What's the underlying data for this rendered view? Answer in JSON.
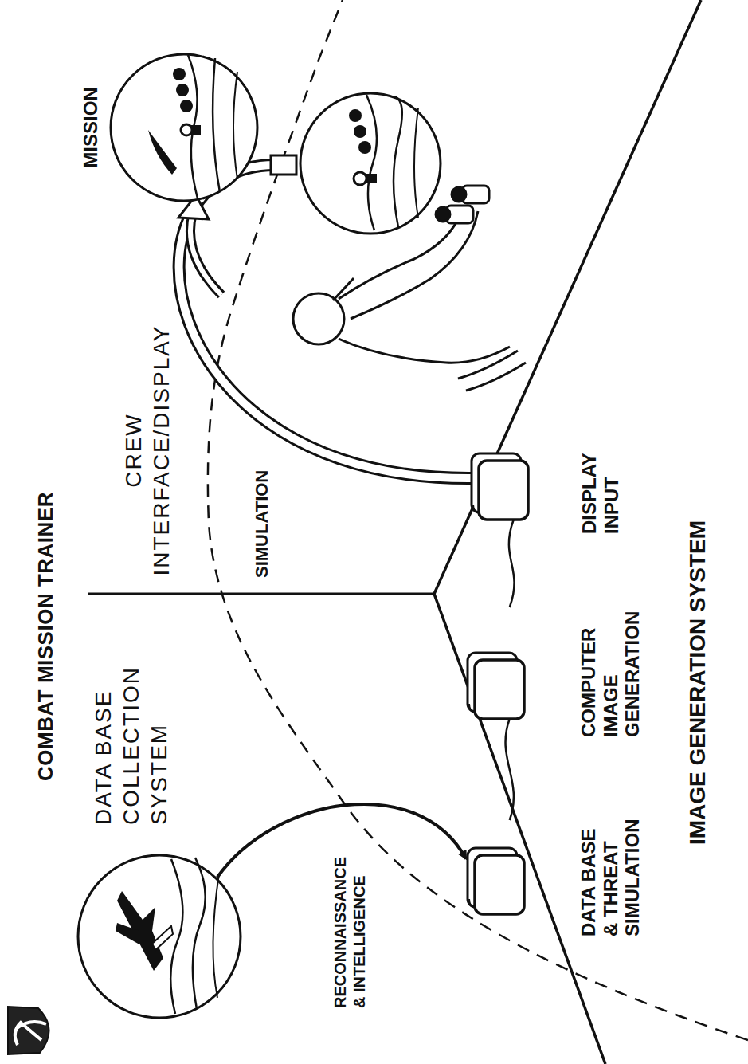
{
  "diagram": {
    "title": "COMBAT MISSION TRAINER",
    "nodes": [
      {
        "text": [
          "RECONNAISSANCE & INTELLIGENCE"
        ]
      },
      {
        "text": [
          "DATA BASE & THREAT SIMULATION"
        ]
      },
      {
        "text": [
          "COMPUTER IMAGE GENERATION"
        ]
      },
      {
        "text": [
          "DISPLAY INPUT"
        ]
      },
      {
        "text": [
          "MISSION"
        ]
      }
    ],
    "edges": [
      {
        "from": 0,
        "to": 1,
        "arrow": "to"
      },
      {
        "from": 1,
        "to": 2,
        "arrow": "none"
      },
      {
        "from": 2,
        "to": 3,
        "arrow": "none"
      }
    ],
    "labels": [
      "DATA BASE COLLECTION SYSTEM",
      "CREW INTERFACE/DISPLAY",
      "SIMULATION",
      "IMAGE GENERATION SYSTEM"
    ]
  }
}
